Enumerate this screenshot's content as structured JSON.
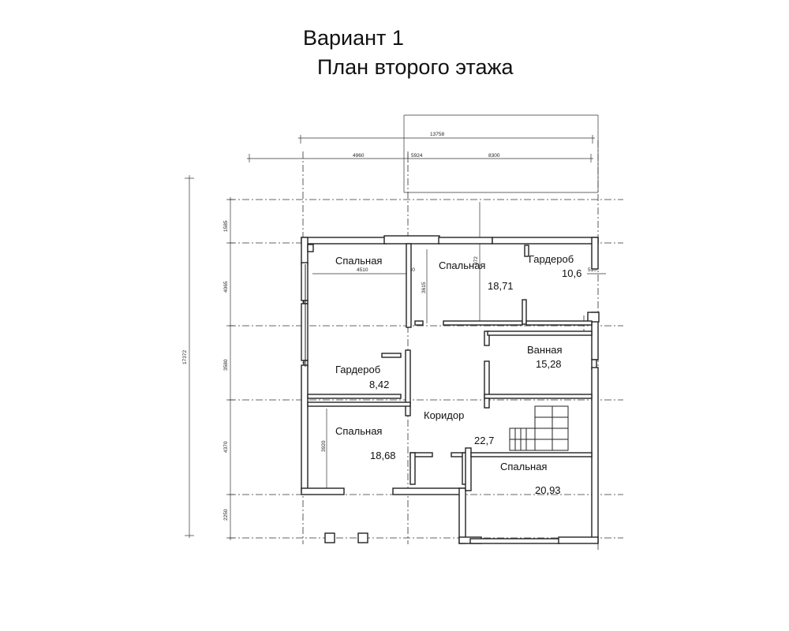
{
  "title": {
    "line1": "Вариант 1",
    "line2": "План второго этажа"
  },
  "dimensions": {
    "overall_top": "13758",
    "top_1": "4960",
    "top_2": "5924",
    "top_3": "8300",
    "overall_left": "17372",
    "left_1": "1585",
    "left_2": "4065",
    "left_3": "3580",
    "left_4": "4370",
    "left_5": "2250",
    "inner_4510": "4510",
    "inner_380": "380",
    "inner_3615": "3615",
    "inner_372": "372",
    "inner_510": "510",
    "inner_3920": "3920"
  },
  "rooms": {
    "bedroom_nw": {
      "name": "Спальная"
    },
    "bedroom_n": {
      "name": "Спальная",
      "area": "18,71"
    },
    "wardrobe_ne": {
      "name": "Гардероб",
      "area": "10,6"
    },
    "bathroom": {
      "name": "Ванная",
      "area": "15,28"
    },
    "wardrobe_w": {
      "name": "Гардероб",
      "area": "8,42"
    },
    "corridor": {
      "name": "Коридор",
      "area": "22,7"
    },
    "bedroom_sw": {
      "name": "Спальная",
      "area": "18,68"
    },
    "bedroom_se": {
      "name": "Спальная",
      "area": "20,93"
    }
  }
}
